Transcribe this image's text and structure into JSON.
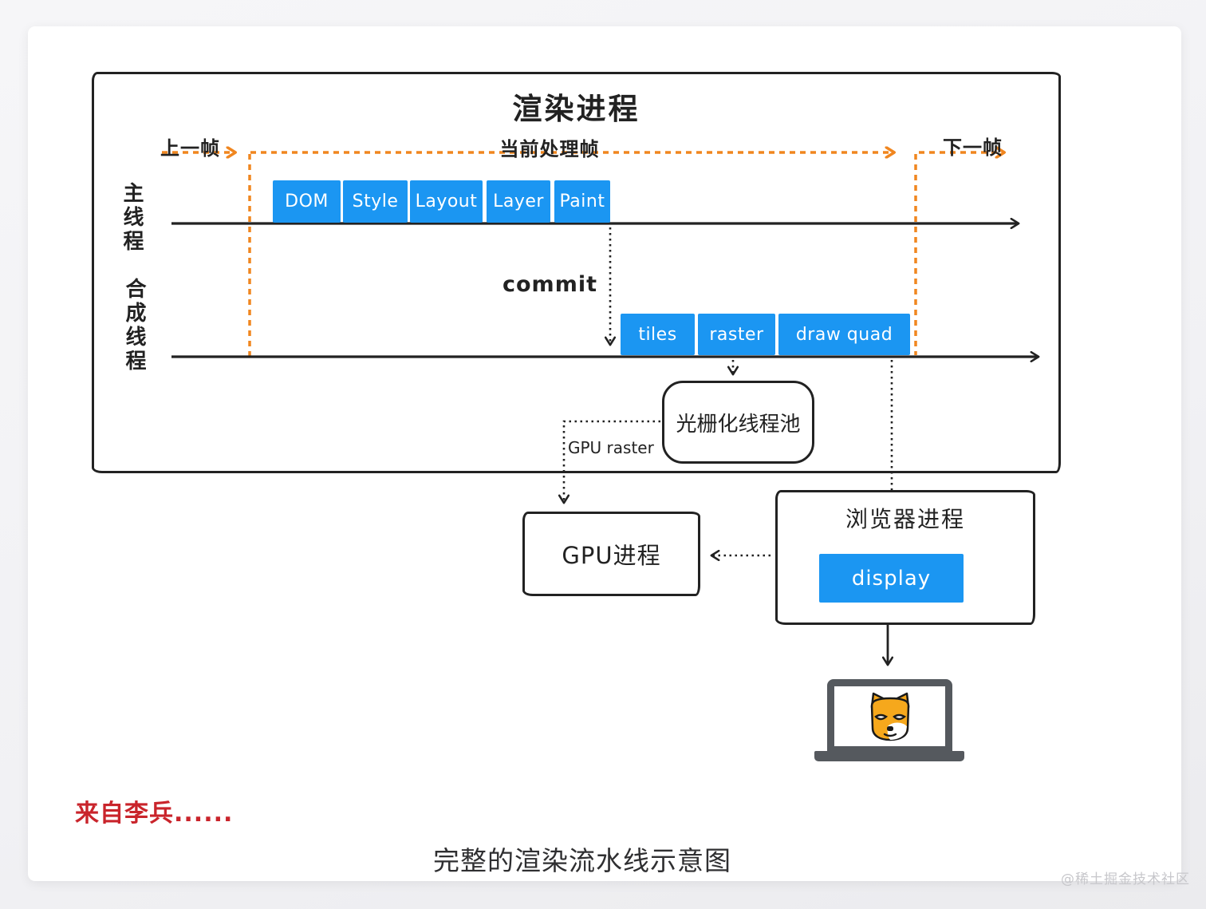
{
  "diagram": {
    "title": "渲染进程",
    "timeline": {
      "prev_frame": "上一帧",
      "current_frame": "当前处理帧",
      "next_frame": "下一帧"
    },
    "main_thread": {
      "label": "主线程",
      "stages": [
        "DOM",
        "Style",
        "Layout",
        "Layer",
        "Paint"
      ]
    },
    "commit_label": "commit",
    "compositor_thread": {
      "label": "合成线程",
      "stages": [
        "tiles",
        "raster",
        "draw quad"
      ]
    },
    "raster_pool_label": "光栅化线程池",
    "gpu_raster_label": "GPU raster",
    "gpu_process_label": "GPU进程",
    "browser_process": {
      "label": "浏览器进程",
      "display_label": "display"
    }
  },
  "annotations": {
    "credit": "来自李兵......",
    "caption": "完整的渲染流水线示意图",
    "watermark": "@稀土掘金技术社区"
  },
  "colors": {
    "stage_blue": "#1b96f2",
    "timeline_orange": "#f0861f",
    "credit_red": "#c9242b",
    "ink": "#222222"
  }
}
